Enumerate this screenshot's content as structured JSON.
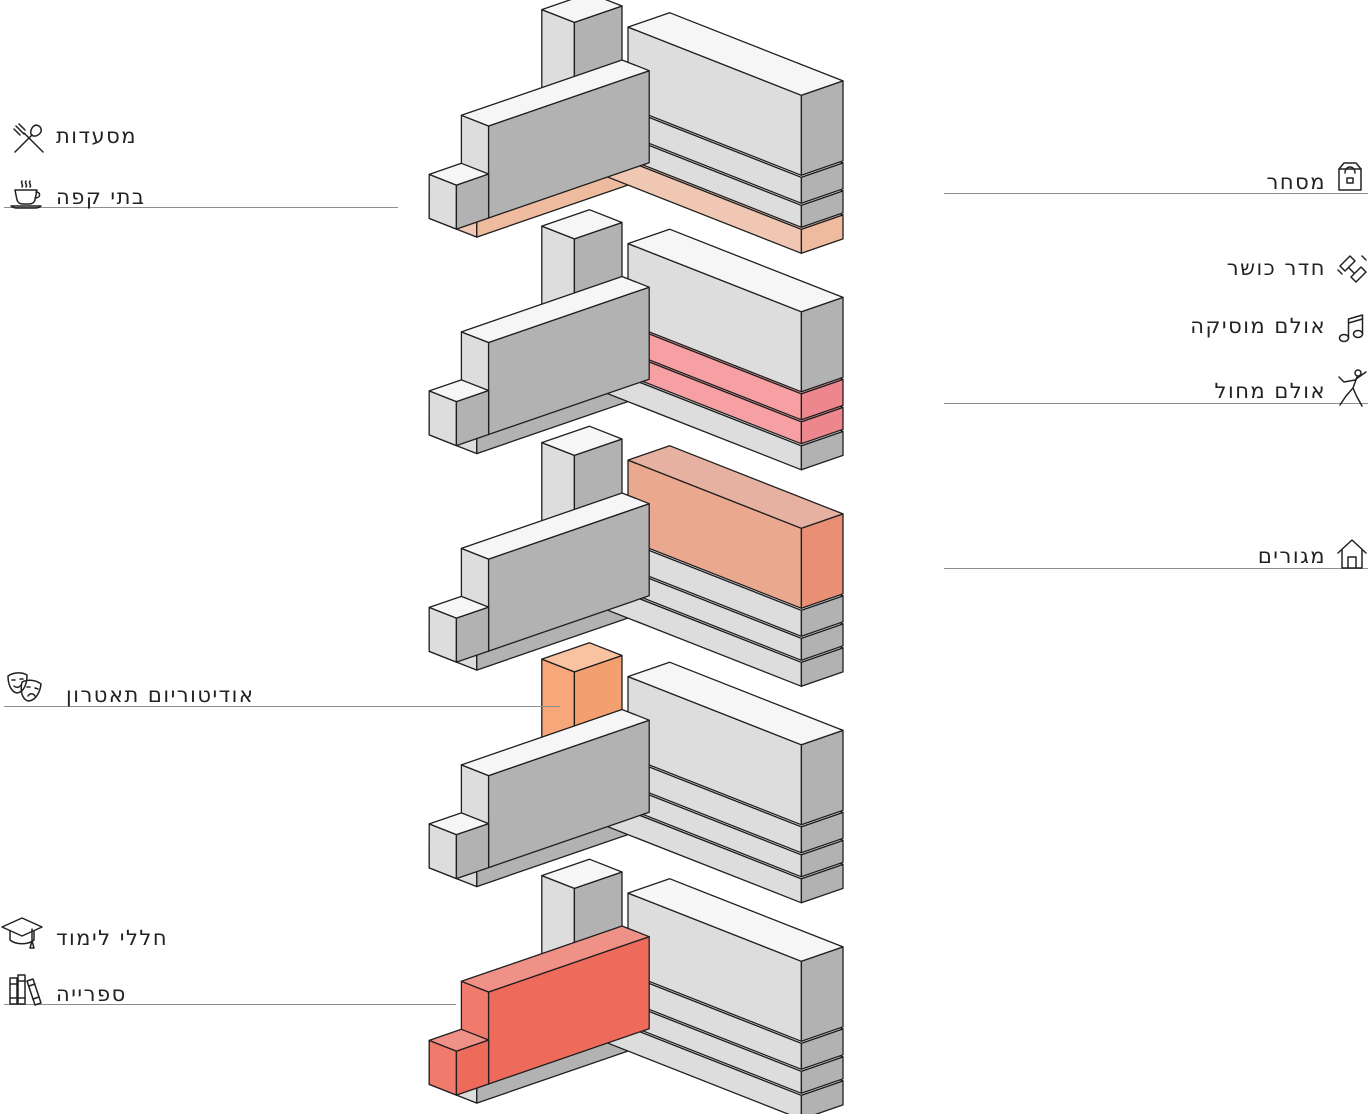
{
  "colors": {
    "top": "#f6f6f6",
    "front": "#dcdddc",
    "side": "#b1b2b1",
    "edge": "#1f1f1f",
    "leader": "#8e8e8e",
    "text": "#222222"
  },
  "stacks": [
    {
      "highlight": "plinth",
      "fill": {
        "top": "#f3d3c2",
        "front": "#efc7b2",
        "side": "#eebb9f"
      },
      "labels": [
        {
          "text": "מסעדות",
          "icon": "fork-spoon-icon",
          "side": "left"
        },
        {
          "text": "בתי קפה",
          "icon": "coffee-cup-icon",
          "side": "left"
        },
        {
          "text": "מסחר",
          "icon": "shopping-bag-icon",
          "side": "right"
        }
      ]
    },
    {
      "highlight": "floor",
      "fill": {
        "top": "#f6a6ab",
        "front": "#f7a0a4",
        "side": "#ee868d"
      },
      "labels": [
        {
          "text": "חדר כושר",
          "icon": "dumbbell-icon",
          "side": "right"
        },
        {
          "text": "אולם מוסיקה",
          "icon": "music-note-icon",
          "side": "right"
        },
        {
          "text": "אולם מחול",
          "icon": "dancer-icon",
          "side": "right"
        }
      ]
    },
    {
      "highlight": "block",
      "fill": {
        "top": "#e6b1a1",
        "front": "#eaa88f",
        "side": "#e98f76"
      },
      "labels": [
        {
          "text": "מגורים",
          "icon": "house-icon",
          "side": "right"
        }
      ]
    },
    {
      "highlight": "tower",
      "fill": {
        "top": "#f9c3a1",
        "front": "#f6a87a",
        "side": "#f3a071"
      },
      "labels": [
        {
          "text": "אודיטוריום תאטרון",
          "icon": "theater-masks-icon",
          "side": "left"
        }
      ]
    },
    {
      "highlight": "steps",
      "fill": {
        "top": "#f09188",
        "front": "#f07a6c",
        "side": "#ee6a5a"
      },
      "labels": [
        {
          "text": "חללי לימוד",
          "icon": "graduation-cap-icon",
          "side": "left"
        },
        {
          "text": "ספרייה",
          "icon": "books-icon",
          "side": "left"
        }
      ]
    }
  ]
}
